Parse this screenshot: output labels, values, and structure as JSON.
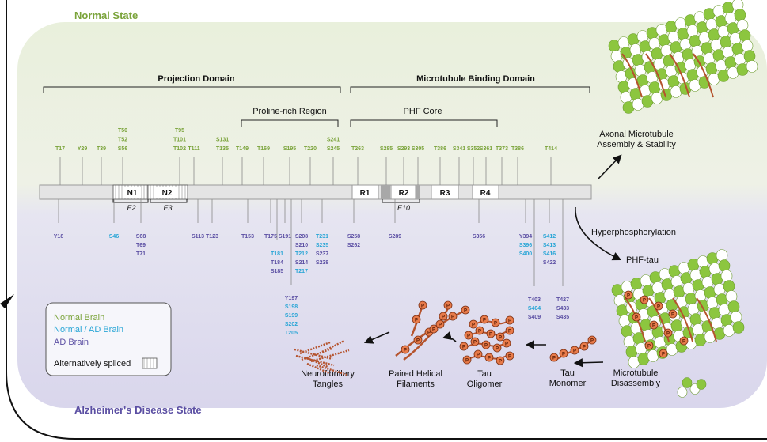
{
  "titles": {
    "normal_state": "Normal State",
    "ad_state": "Alzheimer's Disease State"
  },
  "domains": {
    "projection": "Projection Domain",
    "microtubule_binding": "Microtubule Binding Domain",
    "proline_rich": "Proline-rich Region",
    "phf_core": "PHF Core"
  },
  "segments": {
    "n1": "N1",
    "n2": "N2",
    "r1": "R1",
    "r2": "R2",
    "r3": "R3",
    "r4": "R4",
    "e2": "E2",
    "e3": "E3",
    "e10": "E10"
  },
  "top_sites": [
    {
      "lines": [
        "T17"
      ]
    },
    {
      "lines": [
        "Y29"
      ]
    },
    {
      "lines": [
        "T39"
      ]
    },
    {
      "lines": [
        "T50",
        "T52",
        "S56"
      ]
    },
    {
      "lines": [
        "T95",
        "T101",
        "T102"
      ]
    },
    {
      "lines": [
        "T111"
      ]
    },
    {
      "lines": [
        "S131",
        "T135"
      ]
    },
    {
      "lines": [
        "T149"
      ]
    },
    {
      "lines": [
        "T169"
      ]
    },
    {
      "lines": [
        "S195"
      ]
    },
    {
      "lines": [
        "T220"
      ]
    },
    {
      "lines": [
        "S241",
        "S245"
      ]
    },
    {
      "lines": [
        "T263"
      ]
    },
    {
      "lines": [
        "S285"
      ]
    },
    {
      "lines": [
        "S293"
      ]
    },
    {
      "lines": [
        "S305"
      ]
    },
    {
      "lines": [
        "T386"
      ]
    },
    {
      "lines": [
        "S341"
      ]
    },
    {
      "lines": [
        "S352"
      ]
    },
    {
      "lines": [
        "S361"
      ]
    },
    {
      "lines": [
        "T373"
      ]
    },
    {
      "lines": [
        "T386"
      ]
    },
    {
      "lines": [
        "T414"
      ]
    }
  ],
  "bottom_sites": [
    {
      "lines": [
        {
          "t": "Y18",
          "c": "ad"
        }
      ]
    },
    {
      "lines": [
        {
          "t": "S46",
          "c": "both"
        }
      ]
    },
    {
      "lines": [
        {
          "t": "S68",
          "c": "ad"
        },
        {
          "t": "T69",
          "c": "ad"
        },
        {
          "t": "T71",
          "c": "ad"
        }
      ]
    },
    {
      "lines": [
        {
          "t": "S113",
          "c": "ad"
        }
      ]
    },
    {
      "lines": [
        {
          "t": "T123",
          "c": "ad"
        }
      ]
    },
    {
      "lines": [
        {
          "t": "T153",
          "c": "ad"
        }
      ]
    },
    {
      "lines": [
        {
          "t": "T175",
          "c": "ad"
        }
      ]
    },
    {
      "lines": [
        {
          "t": "T181",
          "c": "both"
        },
        {
          "t": "T184",
          "c": "ad"
        },
        {
          "t": "S185",
          "c": "ad"
        }
      ]
    },
    {
      "lines": [
        {
          "t": "S191",
          "c": "ad"
        }
      ]
    },
    {
      "lines": [
        {
          "t": "Y197",
          "c": "ad"
        },
        {
          "t": "S198",
          "c": "both"
        },
        {
          "t": "S199",
          "c": "both"
        },
        {
          "t": "S202",
          "c": "both"
        },
        {
          "t": "T205",
          "c": "both"
        }
      ]
    },
    {
      "lines": [
        {
          "t": "S208",
          "c": "ad"
        },
        {
          "t": "S210",
          "c": "ad"
        },
        {
          "t": "T212",
          "c": "both"
        },
        {
          "t": "S214",
          "c": "ad"
        },
        {
          "t": "T217",
          "c": "both"
        }
      ]
    },
    {
      "lines": [
        {
          "t": "T231",
          "c": "both"
        },
        {
          "t": "S235",
          "c": "both"
        },
        {
          "t": "S237",
          "c": "ad"
        },
        {
          "t": "S238",
          "c": "ad"
        }
      ]
    },
    {
      "lines": [
        {
          "t": "S258",
          "c": "ad"
        },
        {
          "t": "S262",
          "c": "ad"
        }
      ]
    },
    {
      "lines": [
        {
          "t": "S289",
          "c": "ad"
        }
      ]
    },
    {
      "lines": [
        {
          "t": "S356",
          "c": "ad"
        }
      ]
    },
    {
      "lines": [
        {
          "t": "Y394",
          "c": "ad"
        },
        {
          "t": "S396",
          "c": "both"
        },
        {
          "t": "S400",
          "c": "both"
        }
      ]
    },
    {
      "lines": [
        {
          "t": "T403",
          "c": "ad"
        },
        {
          "t": "S404",
          "c": "both"
        },
        {
          "t": "S409",
          "c": "ad"
        }
      ]
    },
    {
      "lines": [
        {
          "t": "S412",
          "c": "both"
        },
        {
          "t": "S413",
          "c": "both"
        },
        {
          "t": "S416",
          "c": "both"
        },
        {
          "t": "S422",
          "c": "ad"
        }
      ]
    },
    {
      "lines": [
        {
          "t": "T427",
          "c": "ad"
        },
        {
          "t": "S433",
          "c": "ad"
        },
        {
          "t": "S435",
          "c": "ad"
        }
      ]
    }
  ],
  "legend": {
    "normal": "Normal Brain",
    "both": "Normal / AD Brain",
    "ad": "AD Brain",
    "spliced": "Alternatively spliced"
  },
  "processes": {
    "axonal_line1": "Axonal Microtubule",
    "axonal_line2": "Assembly & Stability",
    "hyperphosphorylation": "Hyperphosphorylation",
    "phf_tau": "PHF-tau",
    "disassembly_line1": "Microtubule",
    "disassembly_line2": "Disassembly",
    "monomer_line1": "Tau",
    "monomer_line2": "Monomer",
    "oligomer_line1": "Tau",
    "oligomer_line2": "Oligomer",
    "phf_line1": "Paired Helical",
    "phf_line2": "Filaments",
    "nft_line1": "Neurofibrillary",
    "nft_line2": "Tangles",
    "p": "P"
  },
  "colors": {
    "normal": "#7aa33a",
    "both": "#2aa6d6",
    "ad": "#5b4fa3",
    "normal_bg": "#e8efdc",
    "ad_bg": "#e3e1f0",
    "tau_fiber": "#b5532d",
    "phospho": "#e87b4a",
    "mt_green": "#8cc63f"
  }
}
